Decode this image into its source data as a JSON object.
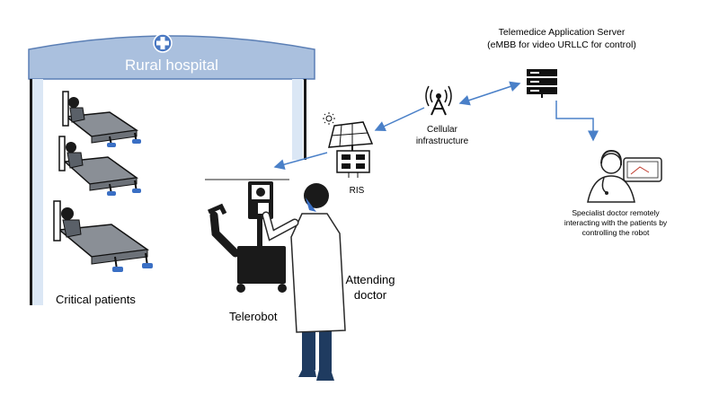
{
  "hospital": {
    "title": "Rural hospital",
    "patients_label": "Critical patients"
  },
  "robot": {
    "label": "Telerobot"
  },
  "doctor": {
    "label_line1": "Attending",
    "label_line2": "doctor"
  },
  "server": {
    "title_line1": "Telemedice Application Server",
    "title_line2": "(eMBB for video URLLC for control)"
  },
  "cellular": {
    "label_line1": "Cellular",
    "label_line2": "infrastructure"
  },
  "ris": {
    "label": "RIS"
  },
  "specialist": {
    "line1": "Specialist doctor remotely",
    "line2": "interacting with the patients by",
    "line3": "controlling the robot"
  },
  "colors": {
    "roof": "#aac0de",
    "roof_outline": "#5b7fb5",
    "cross_badge": "#4a78c2",
    "pillar": "#dbe7f5",
    "bed_blue": "#3a6fc4",
    "link_blue": "#4a80c8",
    "coat_outline": "#2a2a2a",
    "pants": "#1f3b60"
  },
  "icons": [
    "medical-cross-icon",
    "hospital-bed-icon",
    "telerobot-icon",
    "doctor-icon",
    "cell-tower-icon",
    "server-icon",
    "ris-panel-icon",
    "remote-doctor-icon",
    "tablet-icon"
  ]
}
